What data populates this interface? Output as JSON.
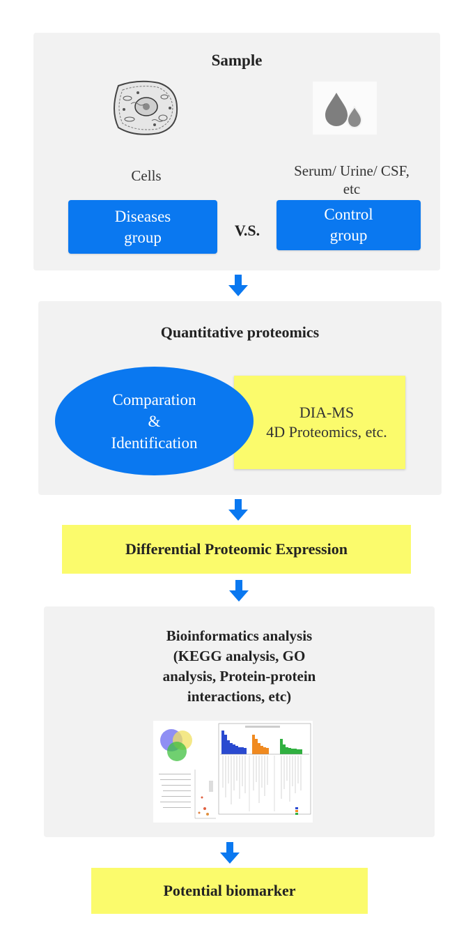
{
  "sample": {
    "title": "Sample",
    "cells_label": "Cells",
    "fluid_label": "Serum/ Urine/ CSF,\netc",
    "disease_group": "Diseases\ngroup",
    "vs": "V.S.",
    "control_group": "Control\ngroup"
  },
  "quant": {
    "title": "Quantitative proteomics",
    "ellipse_text": "Comparation\n&\nIdentification",
    "method_text": "DIA-MS\n4D Proteomics, etc."
  },
  "differential": {
    "label": "Differential Proteomic Expression"
  },
  "bioinfo": {
    "title": "Bioinformatics analysis\n(KEGG analysis, GO\nanalysis, Protein-protein\ninteractions, etc)"
  },
  "biomarker": {
    "label": "Potential biomarker"
  },
  "colors": {
    "blue": "#0a78f0",
    "yellow": "#fbfb6c",
    "panel": "#f2f2f2"
  },
  "icons": [
    "cell-icon",
    "droplets-icon",
    "down-arrow-icon",
    "analysis-figure"
  ]
}
